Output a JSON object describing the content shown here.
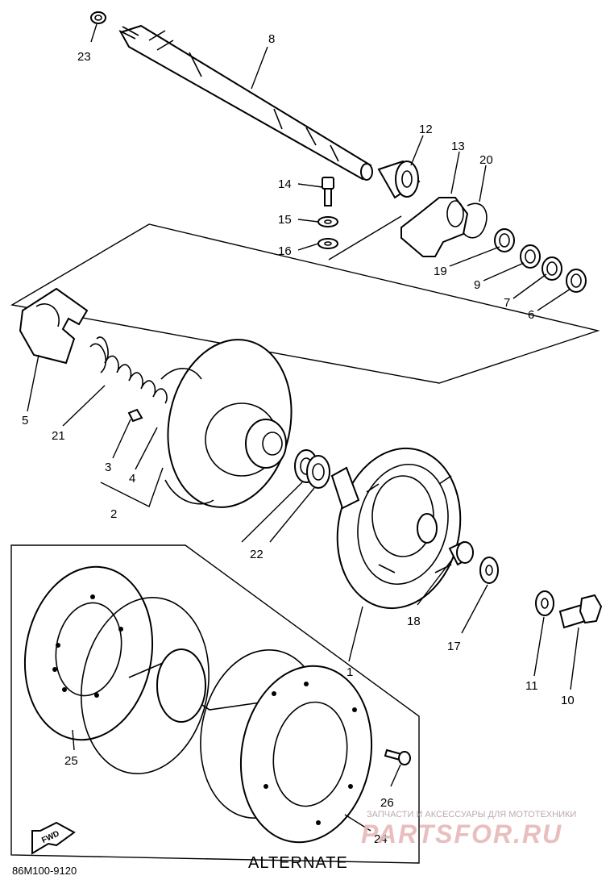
{
  "part_numbers": {
    "p1": "1",
    "p2": "2",
    "p3": "3",
    "p4": "4",
    "p5": "5",
    "p6": "6",
    "p7": "7",
    "p8": "8",
    "p9": "9",
    "p10": "10",
    "p11": "11",
    "p12": "12",
    "p13": "13",
    "p14": "14",
    "p15": "15",
    "p16": "16",
    "p17": "17",
    "p18": "18",
    "p19": "19",
    "p20": "20",
    "p21": "21",
    "p22": "22",
    "p23": "23",
    "p24": "24",
    "p25": "25",
    "p26": "26"
  },
  "alternate_label": "ALTERNATE",
  "drawing_code": "86M100-9120",
  "fwd_label": "FWD",
  "watermark": {
    "subtitle": "ЗАПЧАСТИ И АКСЕССУАРЫ ДЛЯ МОТОТЕХНИКИ",
    "brand": "PARTSFOR.RU"
  }
}
